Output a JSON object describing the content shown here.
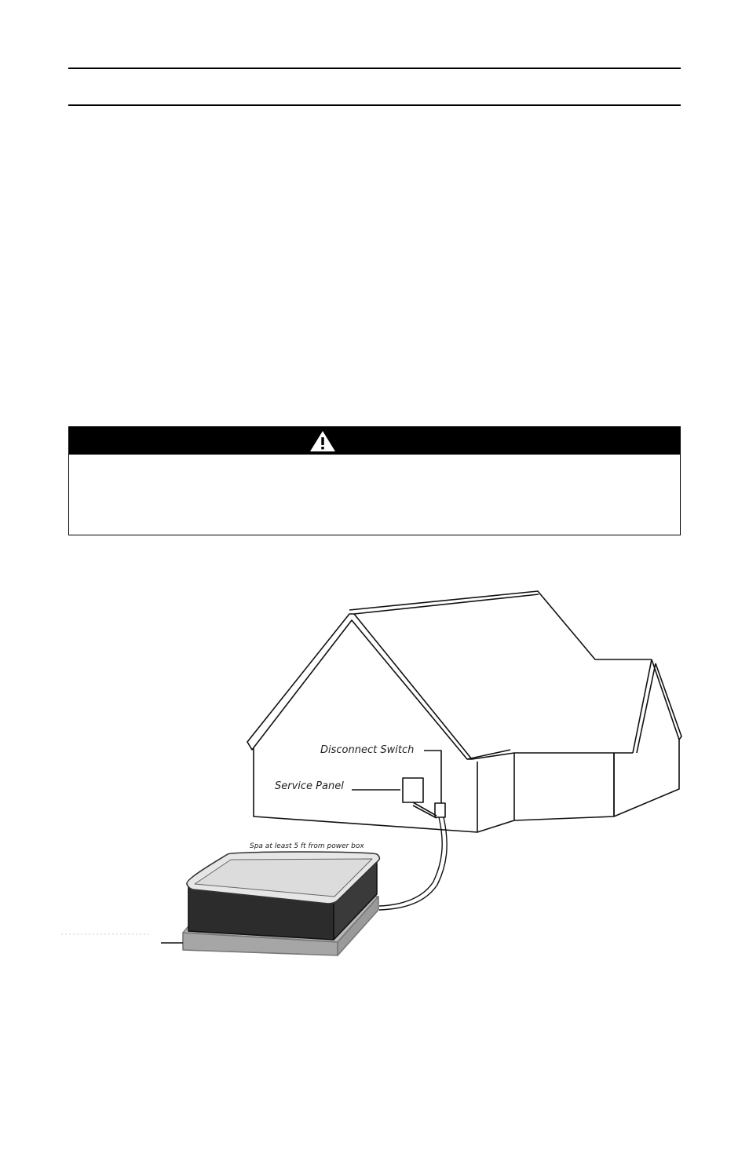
{
  "figure": {
    "disconnect_switch_label": "Disconnect Switch",
    "service_panel_label": "Service Panel",
    "spa_distance_note": "Spa at least 5 ft from power box"
  },
  "icons": {
    "warning": "warning-triangle-icon"
  }
}
